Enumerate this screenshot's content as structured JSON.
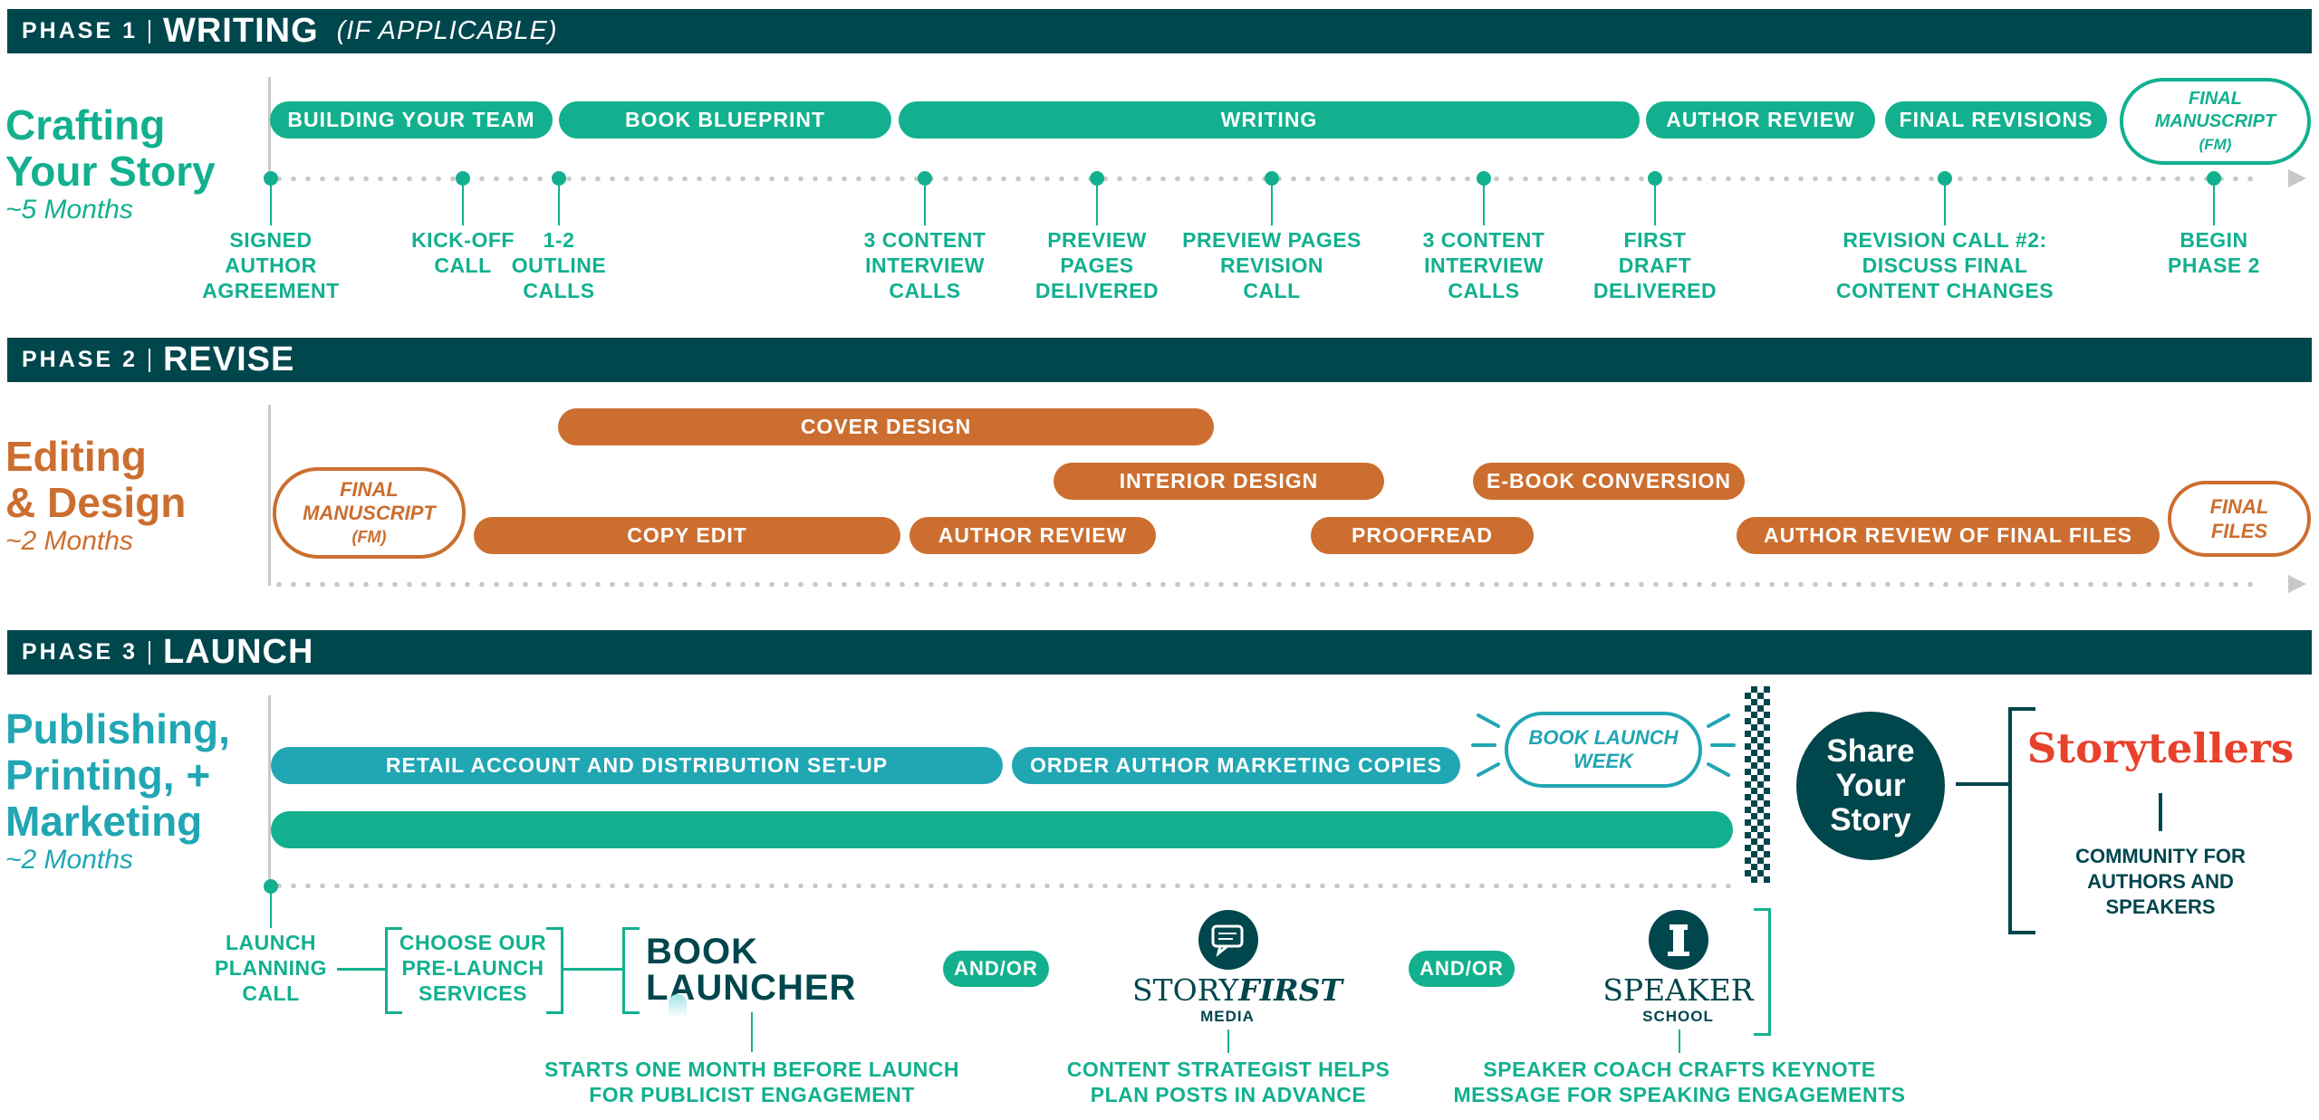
{
  "phase1": {
    "label": "PHASE 1",
    "title": "WRITING",
    "subtitle": "(IF APPLICABLE)",
    "side_title_l1": "Crafting",
    "side_title_l2": "Your Story",
    "duration": "~5 Months",
    "bars": [
      "BUILDING YOUR TEAM",
      "BOOK BLUEPRINT",
      "WRITING",
      "AUTHOR REVIEW",
      "FINAL REVISIONS"
    ],
    "end_badge": {
      "l1": "FINAL",
      "l2": "MANUSCRIPT",
      "l3": "(FM)"
    },
    "milestones": [
      {
        "l1": "SIGNED",
        "l2": "AUTHOR",
        "l3": "AGREEMENT"
      },
      {
        "l1": "KICK-OFF",
        "l2": "CALL",
        "l3": ""
      },
      {
        "l1": "1-2",
        "l2": "OUTLINE",
        "l3": "CALLS"
      },
      {
        "l1": "3 CONTENT",
        "l2": "INTERVIEW",
        "l3": "CALLS"
      },
      {
        "l1": "PREVIEW",
        "l2": "PAGES",
        "l3": "DELIVERED"
      },
      {
        "l1": "PREVIEW PAGES",
        "l2": "REVISION",
        "l3": "CALL"
      },
      {
        "l1": "3 CONTENT",
        "l2": "INTERVIEW",
        "l3": "CALLS"
      },
      {
        "l1": "FIRST",
        "l2": "DRAFT",
        "l3": "DELIVERED"
      },
      {
        "l1": "REVISION CALL #2:",
        "l2": "DISCUSS FINAL",
        "l3": "CONTENT CHANGES"
      },
      {
        "l1": "BEGIN",
        "l2": "PHASE 2",
        "l3": ""
      }
    ]
  },
  "phase2": {
    "label": "PHASE 2",
    "title": "REVISE",
    "side_title_l1": "Editing",
    "side_title_l2": "& Design",
    "duration": "~2 Months",
    "start_badge": {
      "l1": "FINAL",
      "l2": "MANUSCRIPT",
      "l3": "(FM)"
    },
    "end_badge": {
      "l1": "FINAL",
      "l2": "FILES"
    },
    "bars": [
      "COVER DESIGN",
      "INTERIOR DESIGN",
      "E-BOOK CONVERSION",
      "COPY EDIT",
      "AUTHOR REVIEW",
      "PROOFREAD",
      "AUTHOR REVIEW OF FINAL FILES"
    ]
  },
  "phase3": {
    "label": "PHASE 3",
    "title": "LAUNCH",
    "side_title_l1": "Publishing,",
    "side_title_l2": "Printing, +",
    "side_title_l3": "Marketing",
    "duration": "~2 Months",
    "bars": [
      "RETAIL ACCOUNT AND DISTRIBUTION SET-UP",
      "ORDER AUTHOR MARKETING COPIES"
    ],
    "launch_week": {
      "l1": "BOOK LAUNCH",
      "l2": "WEEK"
    },
    "share": {
      "l1": "Share",
      "l2": "Your",
      "l3": "Story"
    },
    "storytellers": "Storytellers",
    "community": {
      "l1": "COMMUNITY FOR",
      "l2": "AUTHORS AND",
      "l3": "SPEAKERS"
    },
    "launch_call": {
      "l1": "LAUNCH",
      "l2": "PLANNING",
      "l3": "CALL"
    },
    "choose": {
      "l1": "CHOOSE OUR",
      "l2": "PRE-LAUNCH",
      "l3": "SERVICES"
    },
    "book_launcher": {
      "l1": "BOOK",
      "l2": "LAUNCHER"
    },
    "andor": "AND/OR",
    "storyfirst": {
      "a": "STORY",
      "b": "FIRST",
      "c": "MEDIA"
    },
    "speaker": {
      "a": "SPEAKER",
      "b": "SCHOOL"
    },
    "desc_launcher": {
      "l1": "STARTS ONE MONTH BEFORE LAUNCH",
      "l2": "FOR PUBLICIST ENGAGEMENT"
    },
    "desc_storyfirst": {
      "l1": "CONTENT STRATEGIST HELPS",
      "l2": "PLAN POSTS IN ADVANCE"
    },
    "desc_speaker": {
      "l1": "SPEAKER COACH CRAFTS KEYNOTE",
      "l2": "MESSAGE FOR SPEAKING ENGAGEMENTS"
    }
  },
  "colors": {
    "dark_teal": "#00464d",
    "green": "#12b08f",
    "orange": "#cc6e2f",
    "blue_teal": "#21a6b4",
    "red": "#e8412c"
  }
}
